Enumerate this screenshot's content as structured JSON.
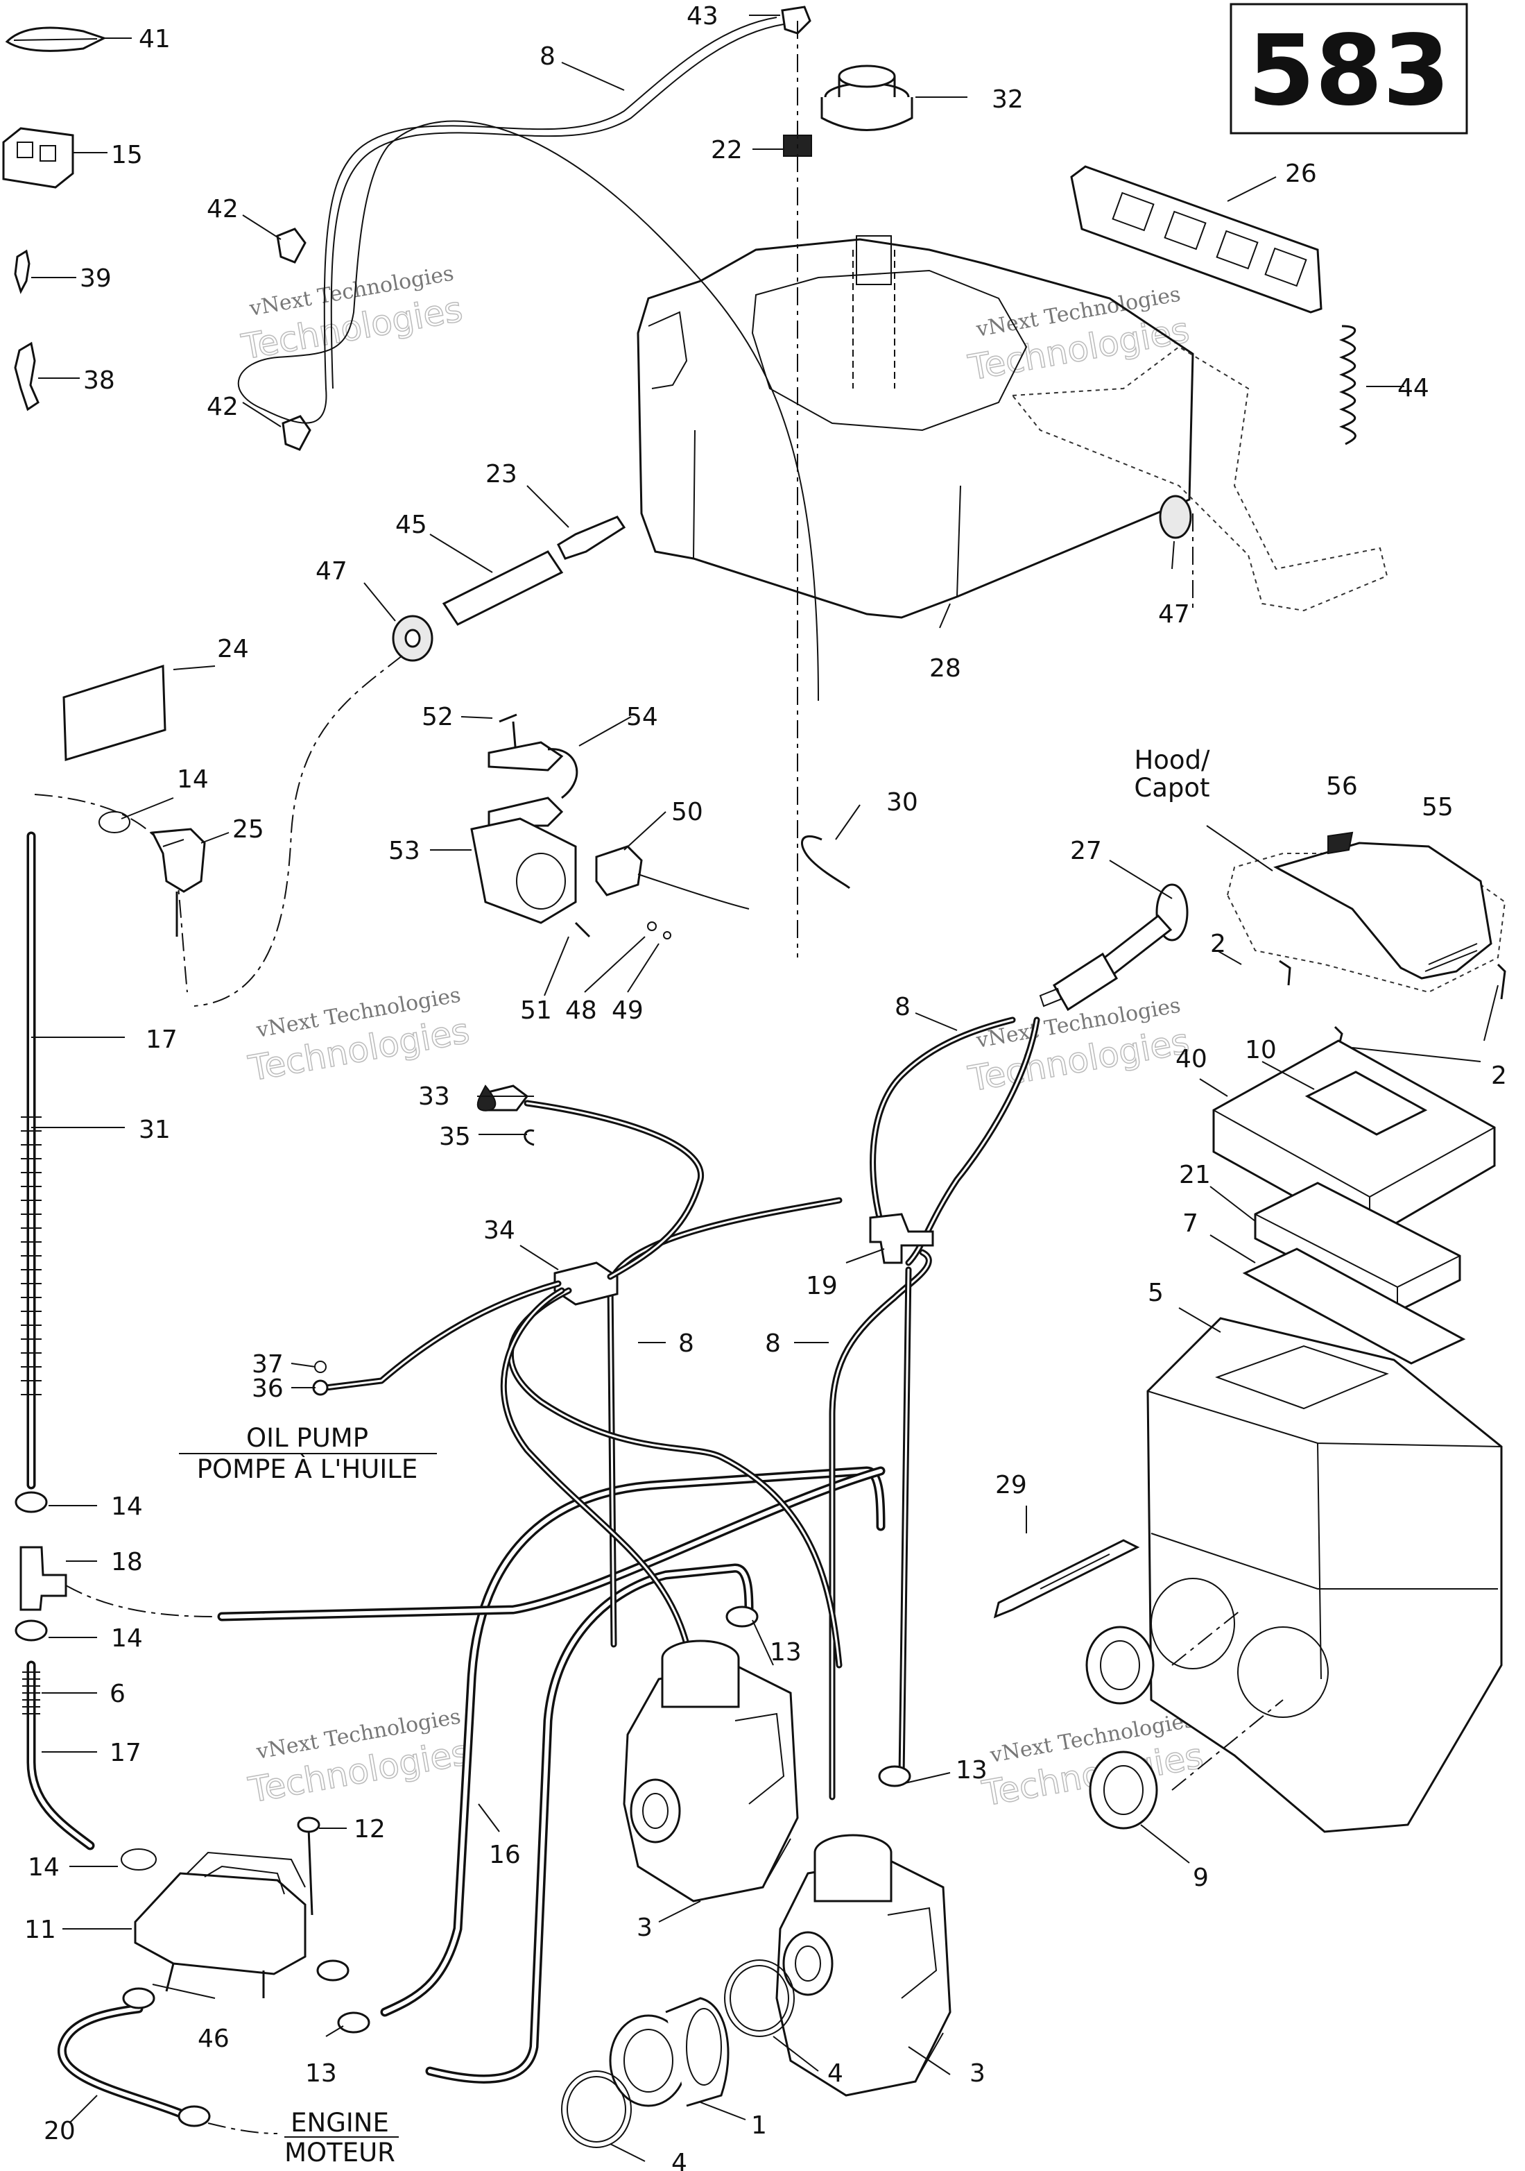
{
  "diagram_number": "583",
  "callouts": [
    {
      "id": "c41",
      "text": "41"
    },
    {
      "id": "c15",
      "text": "15"
    },
    {
      "id": "c39",
      "text": "39"
    },
    {
      "id": "c38",
      "text": "38"
    },
    {
      "id": "c42a",
      "text": "42"
    },
    {
      "id": "c42b",
      "text": "42"
    },
    {
      "id": "c43",
      "text": "43"
    },
    {
      "id": "c8a",
      "text": "8"
    },
    {
      "id": "c32",
      "text": "32"
    },
    {
      "id": "c22",
      "text": "22"
    },
    {
      "id": "c26",
      "text": "26"
    },
    {
      "id": "c44",
      "text": "44"
    },
    {
      "id": "c23",
      "text": "23"
    },
    {
      "id": "c45",
      "text": "45"
    },
    {
      "id": "c47a",
      "text": "47"
    },
    {
      "id": "c47b",
      "text": "47"
    },
    {
      "id": "c28",
      "text": "28"
    },
    {
      "id": "c24",
      "text": "24"
    },
    {
      "id": "c52",
      "text": "52"
    },
    {
      "id": "c54",
      "text": "54"
    },
    {
      "id": "c14a",
      "text": "14"
    },
    {
      "id": "c25",
      "text": "25"
    },
    {
      "id": "c53",
      "text": "53"
    },
    {
      "id": "c50",
      "text": "50"
    },
    {
      "id": "c30",
      "text": "30"
    },
    {
      "id": "c56",
      "text": "56"
    },
    {
      "id": "c55",
      "text": "55"
    },
    {
      "id": "c27",
      "text": "27"
    },
    {
      "id": "c2a",
      "text": "2"
    },
    {
      "id": "c2b",
      "text": "2"
    },
    {
      "id": "c51",
      "text": "51"
    },
    {
      "id": "c48",
      "text": "48"
    },
    {
      "id": "c49",
      "text": "49"
    },
    {
      "id": "c8b",
      "text": "8"
    },
    {
      "id": "c17a",
      "text": "17"
    },
    {
      "id": "c10",
      "text": "10"
    },
    {
      "id": "c40",
      "text": "40"
    },
    {
      "id": "c33",
      "text": "33"
    },
    {
      "id": "c31",
      "text": "31"
    },
    {
      "id": "c35",
      "text": "35"
    },
    {
      "id": "c21",
      "text": "21"
    },
    {
      "id": "c7",
      "text": "7"
    },
    {
      "id": "c34",
      "text": "34"
    },
    {
      "id": "c19",
      "text": "19"
    },
    {
      "id": "c5",
      "text": "5"
    },
    {
      "id": "c8c",
      "text": "8"
    },
    {
      "id": "c8d",
      "text": "8"
    },
    {
      "id": "c37",
      "text": "37"
    },
    {
      "id": "c36",
      "text": "36"
    },
    {
      "id": "c29",
      "text": "29"
    },
    {
      "id": "c14b",
      "text": "14"
    },
    {
      "id": "c18",
      "text": "18"
    },
    {
      "id": "c14c",
      "text": "14"
    },
    {
      "id": "c13a",
      "text": "13"
    },
    {
      "id": "c6",
      "text": "6"
    },
    {
      "id": "c17b",
      "text": "17"
    },
    {
      "id": "c13b",
      "text": "13"
    },
    {
      "id": "c12",
      "text": "12"
    },
    {
      "id": "c14d",
      "text": "14"
    },
    {
      "id": "c16",
      "text": "16"
    },
    {
      "id": "c9",
      "text": "9"
    },
    {
      "id": "c11",
      "text": "11"
    },
    {
      "id": "c3a",
      "text": "3"
    },
    {
      "id": "c46",
      "text": "46"
    },
    {
      "id": "c13c",
      "text": "13"
    },
    {
      "id": "c4a",
      "text": "4"
    },
    {
      "id": "c3b",
      "text": "3"
    },
    {
      "id": "c20",
      "text": "20"
    },
    {
      "id": "c1",
      "text": "1"
    },
    {
      "id": "c4b",
      "text": "4"
    }
  ],
  "captions": {
    "hood_line1": "Hood/",
    "hood_line2": "Capot",
    "oil_pump_line1": "OIL PUMP",
    "oil_pump_line2": "POMPE À L'HUILE",
    "engine_line1": "ENGINE",
    "engine_line2": "MOTEUR"
  },
  "watermark": {
    "line1": "vNext Technologies",
    "line2": "Technologies"
  }
}
